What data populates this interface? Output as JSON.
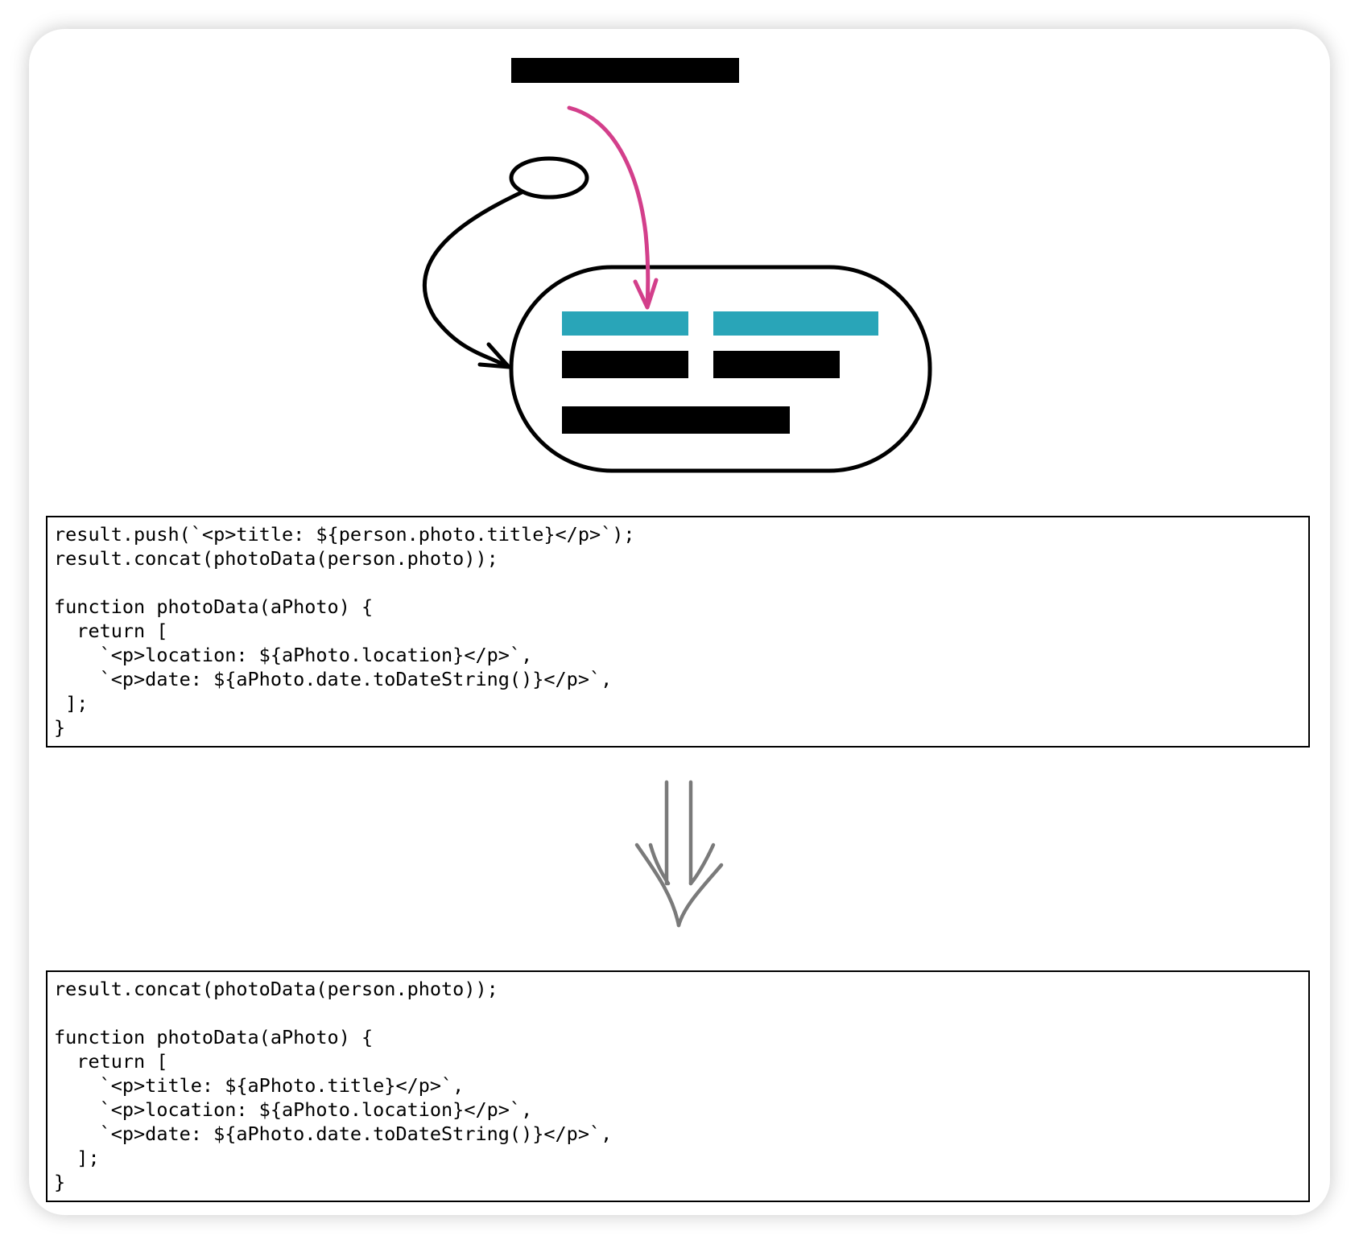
{
  "colors": {
    "accent_pink": "#d33f8b",
    "accent_teal": "#29a5b8",
    "ink": "#000000",
    "transform_arrow": "#7a7a7a",
    "frame_shadow": "#cccccc"
  },
  "diagram": {
    "description_icons": [
      "oval-node-icon",
      "capsule-node-icon",
      "curved-arrow-icon",
      "pink-arrow-icon",
      "double-down-arrow-icon"
    ]
  },
  "code_before": {
    "lines": [
      "result.push(`<p>title: ${person.photo.title}</p>`);",
      "result.concat(photoData(person.photo));",
      "",
      "function photoData(aPhoto) {",
      "  return [",
      "    `<p>location: ${aPhoto.location}</p>`,",
      "    `<p>date: ${aPhoto.date.toDateString()}</p>`,",
      " ];",
      "}"
    ]
  },
  "code_after": {
    "lines": [
      "result.concat(photoData(person.photo));",
      "",
      "function photoData(aPhoto) {",
      "  return [",
      "    `<p>title: ${aPhoto.title}</p>`,",
      "    `<p>location: ${aPhoto.location}</p>`,",
      "    `<p>date: ${aPhoto.date.toDateString()}</p>`,",
      "  ];",
      "}"
    ]
  }
}
